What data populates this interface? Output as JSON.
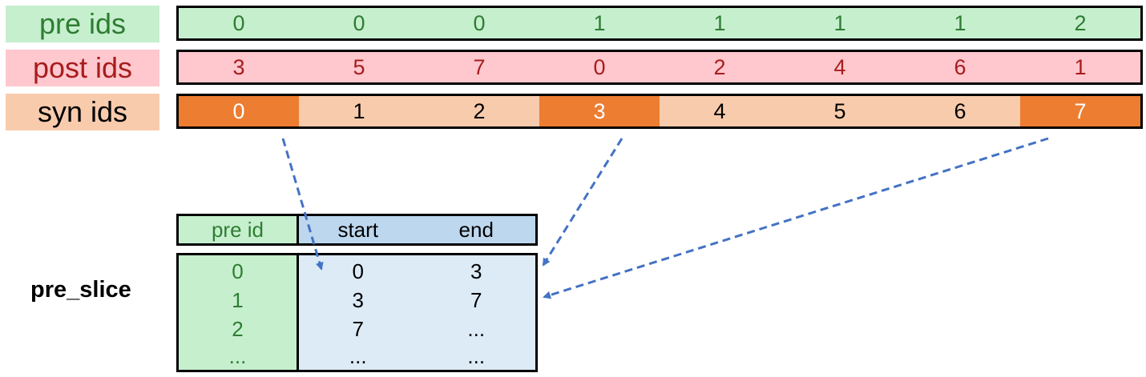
{
  "labels": {
    "pre": "pre ids",
    "post": "post ids",
    "syn": "syn ids"
  },
  "rows": {
    "pre": [
      "0",
      "0",
      "0",
      "1",
      "1",
      "1",
      "1",
      "2"
    ],
    "post": [
      "3",
      "5",
      "7",
      "0",
      "2",
      "4",
      "6",
      "1"
    ],
    "syn": [
      "0",
      "1",
      "2",
      "3",
      "4",
      "5",
      "6",
      "7"
    ]
  },
  "highlighted_syn_indices": [
    0,
    3,
    7
  ],
  "table": {
    "name": "pre_slice",
    "header": {
      "pre_id": "pre id",
      "start": "start",
      "end": "end"
    },
    "rows": [
      {
        "pre_id": "0",
        "start": "0",
        "end": "3"
      },
      {
        "pre_id": "1",
        "start": "3",
        "end": "7"
      },
      {
        "pre_id": "2",
        "start": "7",
        "end": "..."
      },
      {
        "pre_id": "...",
        "start": "...",
        "end": "..."
      }
    ]
  },
  "colors": {
    "pre_bg": "#c6efce",
    "pre_text": "#2e7d32",
    "post_bg": "#ffc7ce",
    "post_text": "#a81c1c",
    "syn_bg": "#f8cbad",
    "syn_highlight": "#ed7d31",
    "header_blue": "#bdd7ee",
    "body_blue": "#ddebf7",
    "arrow": "#4472c4"
  }
}
